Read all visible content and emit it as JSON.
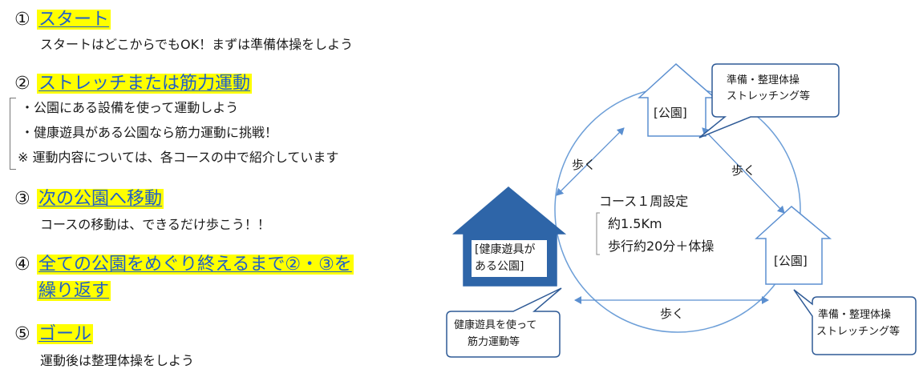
{
  "steps": [
    {
      "num": "①",
      "title": "スタート",
      "lines": [
        "スタートはどこからでもOK！まずは準備体操をしよう"
      ]
    },
    {
      "num": "②",
      "title": "ストレッチまたは筋力運動",
      "lines": [
        "・公園にある設備を使って運動しよう",
        "・健康遊具がある公園なら筋力運動に挑戦！",
        "※ 運動内容については、各コースの中で紹介しています"
      ]
    },
    {
      "num": "③",
      "title": "次の公園へ移動",
      "lines": [
        "コースの移動は、できるだけ歩こう！！"
      ]
    },
    {
      "num": "④",
      "title_line1": "全ての公園をめぐり終えるまで②・③を",
      "title_line2": "繰り返す"
    },
    {
      "num": "⑤",
      "title": "ゴール",
      "lines": [
        "運動後は整理体操をしよう"
      ]
    }
  ],
  "diagram": {
    "parks": {
      "top": "[公園]",
      "right": "[公園]",
      "left_line1": "[健康遊具が",
      "left_line2": "ある公園]"
    },
    "walk_labels": [
      "歩く",
      "歩く",
      "歩く"
    ],
    "course": {
      "title": "コース１周設定",
      "distance": "約1.5Km",
      "time": "歩行約20分＋体操"
    },
    "callouts": {
      "top_line1": "準備・整理体操",
      "top_line2": "ストレッチング等",
      "right_line1": "準備・整理体操",
      "right_line2": "ストレッチング等",
      "left_line1": "健康遊具を使って",
      "left_line2": "筋力運動等"
    }
  },
  "colors": {
    "highlight": "#ffff00",
    "title_blue": "#1f5fc8",
    "diagram_blue": "#4a7fc0",
    "house_fill": "#2e65a8"
  }
}
